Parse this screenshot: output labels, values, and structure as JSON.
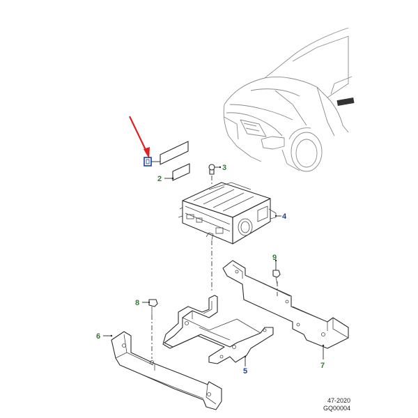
{
  "callouts": [
    {
      "id": "1",
      "color": "#1a3fa0"
    },
    {
      "id": "2",
      "color": "#2e7d32"
    },
    {
      "id": "3",
      "color": "#2e7d32"
    },
    {
      "id": "4",
      "color": "#1a3fa0"
    },
    {
      "id": "5",
      "color": "#1a3fa0"
    },
    {
      "id": "6",
      "color": "#2e7d32"
    },
    {
      "id": "7",
      "color": "#2e7d32"
    },
    {
      "id": "8",
      "color": "#2e7d32"
    },
    {
      "id": "9",
      "color": "#2e7d32"
    }
  ],
  "footer": {
    "date_code": "47-2020",
    "drawing_code": "GQ00004"
  },
  "colors": {
    "indicator_arrow": "#e02020",
    "highlight_box": "#1a3fa0",
    "green_callout": "#2e7d32",
    "blue_callout": "#1a3fa0"
  },
  "icons": [
    "indicator-arrow-icon",
    "vehicle-outline-icon"
  ]
}
